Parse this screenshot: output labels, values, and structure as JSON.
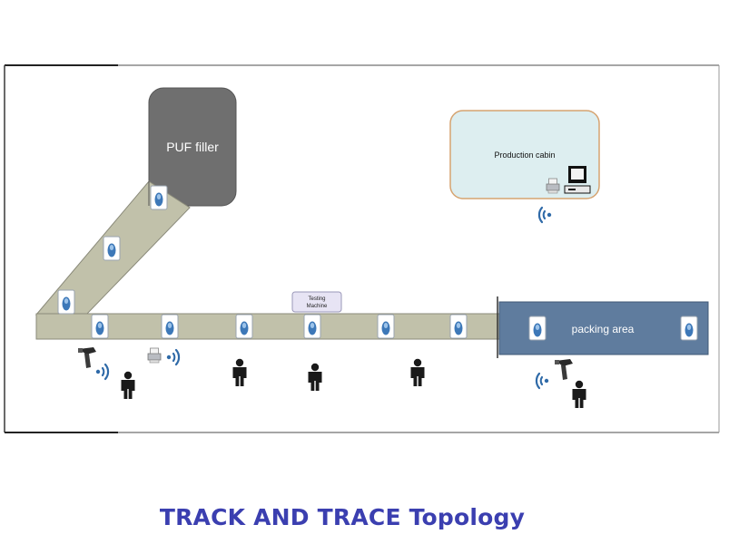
{
  "puf_filler": {
    "label": "PUF filler"
  },
  "production_cabin": {
    "label": "Production cabin"
  },
  "testing_machine": {
    "line1": "Testing",
    "line2": "Machine"
  },
  "packing_area": {
    "label": "packing area"
  },
  "caption": "TRACK AND TRACE Topology",
  "colors": {
    "conveyor": "#c1c1aa",
    "puf_filler": "#6f6f6f",
    "packing_area": "#5f7c9e",
    "cabin_fill": "#ddeef0",
    "cabin_border": "#d6a370",
    "wifi": "#2f6aa8",
    "person": "#1a1a1a",
    "caption": "#3b3fb0"
  },
  "icons": [
    "product-unit-icon",
    "barcode-scanner-icon",
    "wifi-icon",
    "printer-icon",
    "person-icon",
    "computer-icon"
  ]
}
